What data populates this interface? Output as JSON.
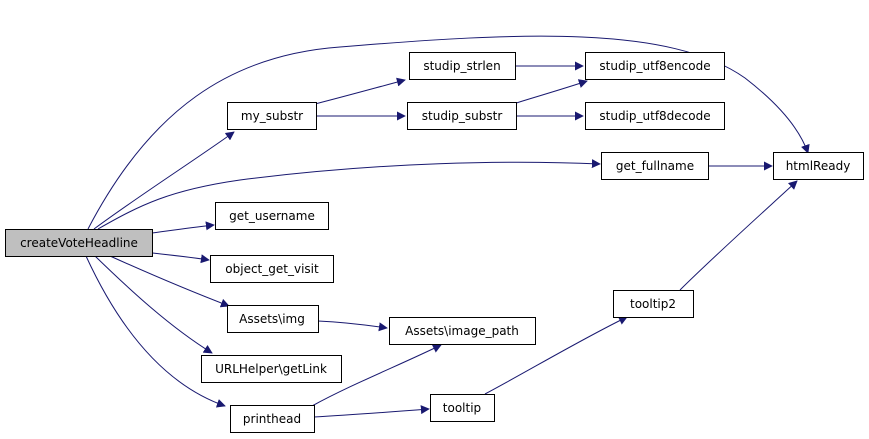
{
  "graph": {
    "title": "",
    "colors": {
      "edge": "#191970",
      "node_border": "#000000",
      "node_fill": "#ffffff",
      "root_fill": "#bfbfbf"
    },
    "nodes": {
      "createVoteHeadline": "createVoteHeadline",
      "my_substr": "my_substr",
      "studip_strlen": "studip_strlen",
      "studip_utf8encode": "studip_utf8encode",
      "studip_substr": "studip_substr",
      "studip_utf8decode": "studip_utf8decode",
      "get_fullname": "get_fullname",
      "htmlReady": "htmlReady",
      "get_username": "get_username",
      "object_get_visit": "object_get_visit",
      "assets_img": "Assets\\img",
      "assets_image_path": "Assets\\image_path",
      "tooltip2": "tooltip2",
      "urlhelper_getlink": "URLHelper\\getLink",
      "tooltip": "tooltip",
      "printhead": "printhead"
    },
    "edges": [
      [
        "createVoteHeadline",
        "htmlReady"
      ],
      [
        "createVoteHeadline",
        "my_substr"
      ],
      [
        "createVoteHeadline",
        "get_fullname"
      ],
      [
        "createVoteHeadline",
        "get_username"
      ],
      [
        "createVoteHeadline",
        "object_get_visit"
      ],
      [
        "createVoteHeadline",
        "assets_img"
      ],
      [
        "createVoteHeadline",
        "urlhelper_getlink"
      ],
      [
        "createVoteHeadline",
        "printhead"
      ],
      [
        "my_substr",
        "studip_strlen"
      ],
      [
        "my_substr",
        "studip_substr"
      ],
      [
        "studip_strlen",
        "studip_utf8encode"
      ],
      [
        "studip_substr",
        "studip_utf8encode"
      ],
      [
        "studip_substr",
        "studip_utf8decode"
      ],
      [
        "get_fullname",
        "htmlReady"
      ],
      [
        "assets_img",
        "assets_image_path"
      ],
      [
        "printhead",
        "assets_image_path"
      ],
      [
        "printhead",
        "tooltip"
      ],
      [
        "tooltip",
        "tooltip2"
      ],
      [
        "tooltip2",
        "htmlReady"
      ]
    ]
  }
}
